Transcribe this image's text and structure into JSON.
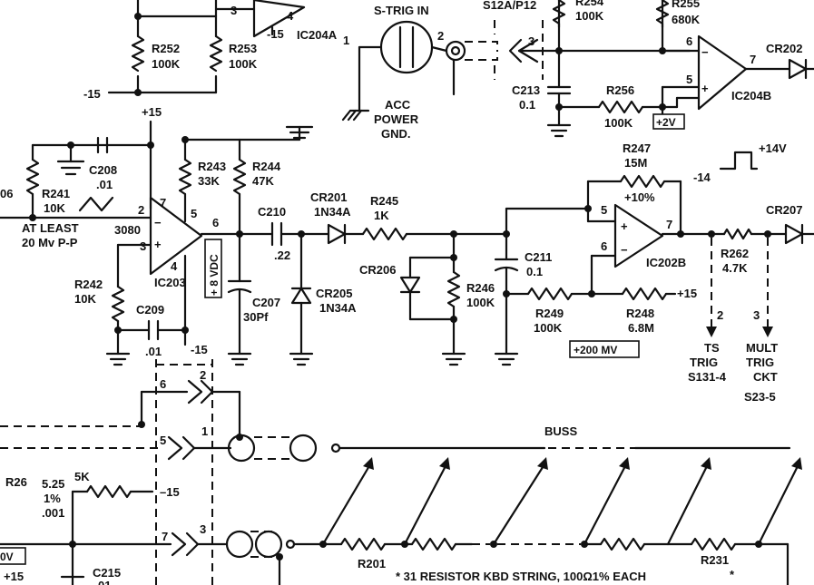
{
  "components": {
    "r252": {
      "ref": "R252",
      "value": "100K"
    },
    "r253": {
      "ref": "R253",
      "value": "100K"
    },
    "r254": {
      "ref": "R254",
      "value": "100K"
    },
    "r255": {
      "ref": "R255",
      "value": "680K"
    },
    "r256": {
      "ref": "R256",
      "value": "100K"
    },
    "r241": {
      "ref": "R241",
      "value": "10K"
    },
    "r242": {
      "ref": "R242",
      "value": "10K"
    },
    "r243": {
      "ref": "R243",
      "value": "33K"
    },
    "r244": {
      "ref": "R244",
      "value": "47K"
    },
    "r245": {
      "ref": "R245",
      "value": "1K"
    },
    "r246": {
      "ref": "R246",
      "value": "100K"
    },
    "r247": {
      "ref": "R247",
      "value": "15M"
    },
    "r248": {
      "ref": "R248",
      "value": "6.8M"
    },
    "r249": {
      "ref": "R249",
      "value": "100K"
    },
    "r262": {
      "ref": "R262",
      "value": "4.7K"
    },
    "r26": {
      "ref": "R26"
    },
    "r201": {
      "ref": "R201"
    },
    "r231": {
      "ref": "R231"
    },
    "c208": {
      "ref": "C208",
      "value": ".01"
    },
    "c209": {
      "ref": "C209",
      "value": ".01"
    },
    "c210": {
      "ref": "C210",
      "value": ".22"
    },
    "c207": {
      "ref": "C207",
      "value": "30Pf"
    },
    "c211": {
      "ref": "C211",
      "value": "0.1"
    },
    "c213": {
      "ref": "C213",
      "value": "0.1"
    },
    "c215": {
      "ref": "C215"
    },
    "cr201": {
      "ref": "CR201",
      "value": "1N34A"
    },
    "cr205": {
      "ref": "CR205",
      "value": "1N34A"
    },
    "cr206": {
      "ref": "CR206"
    },
    "cr202": {
      "ref": "CR202"
    },
    "cr207": {
      "ref": "CR207"
    },
    "ic204a": {
      "ref": "IC204A"
    },
    "ic204b": {
      "ref": "IC204B"
    },
    "ic203": {
      "ref": "IC203",
      "type": "3080"
    },
    "ic202b": {
      "ref": "IC202B"
    }
  },
  "labels": {
    "s_trig_in": "S-TRIG IN",
    "s12a_p12": "S12A/P12",
    "acc_power_gnd": [
      "ACC",
      "POWER",
      "GND."
    ],
    "at_least": [
      "AT LEAST",
      "20 Mv P-P"
    ],
    "plus8vdc": "+ 8 VDC",
    "plus2v": "+2V",
    "plus200mv": "+200 MV",
    "plus10pct": "+10%",
    "pulse": "-14",
    "pulse_high": "+14V",
    "ts_trig": [
      "TS",
      "TRIG",
      "S131-4"
    ],
    "mult_trig": [
      "MULT",
      "TRIG",
      "CKT",
      "S23-5"
    ],
    "buss": "BUSS",
    "kbd_string": "* 31 RESISTOR KBD STRING, 100Ω1% EACH",
    "star": "*",
    "r26_vals": [
      "5.25",
      "1%",
      ".001"
    ],
    "fivek": "5K",
    "minus15": "-15",
    "minus15b": "-15",
    "minus15c": "-15",
    "minus15d": "–15",
    "plus15": "+15",
    "plus15b": "+15",
    "plus15c": "+15",
    "ov_box": "0V",
    "pin_nums": {
      "p3a": "3",
      "p4a": "4",
      "p1": "1",
      "p2": "2",
      "p3b": "3",
      "p6": "6",
      "p5": "5",
      "p7": "7",
      "ic203_2": "2",
      "ic203_7": "7",
      "ic203_5": "5",
      "ic203_6": "6",
      "ic203_3": "3",
      "ic203_4": "4",
      "ic202_5": "5",
      "ic202_6": "6",
      "ic202_7": "7",
      "ts_2": "2",
      "mult_3": "3",
      "left06": "06",
      "conn_2": "2",
      "conn_6": "6",
      "conn_5": "5",
      "conn_1": "1",
      "conn_7": "7",
      "conn_3": "3",
      "c215_frag": "01"
    }
  }
}
